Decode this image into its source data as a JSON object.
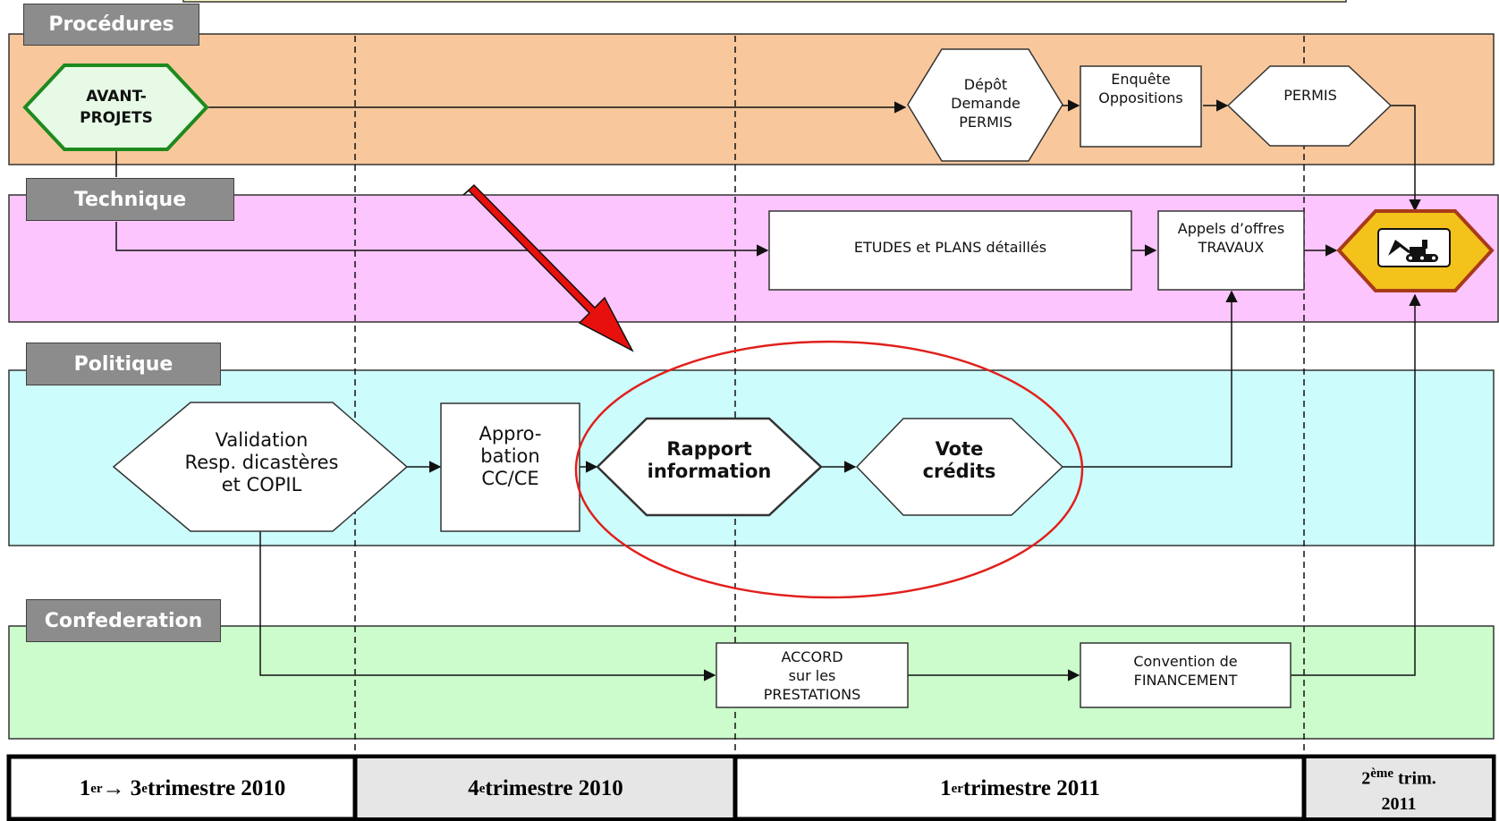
{
  "lanes": {
    "procedures": "Procédures",
    "technique": "Technique",
    "politique": "Politique",
    "confederation": "Confederation"
  },
  "nodes": {
    "avant_projets": "AVANT-\nPROJETS",
    "depot_demande_permis": "Dépôt\nDemande\nPERMIS",
    "enquete_oppositions": "Enquête\nOppositions",
    "permis": "PERMIS",
    "etudes_plans": "ETUDES et PLANS détaillés",
    "appels_offres": "Appels d’offres\nTRAVAUX",
    "validation": "Validation\nResp. dicastères\net COPIL",
    "approbation": "Appro-\nbation\nCC/CE",
    "rapport_information": "Rapport\ninformation",
    "vote_credits": "Vote\ncrédits",
    "accord_prestations": "ACCORD\nsur les\nPRESTATIONS",
    "convention_financement": "Convention de\nFINANCEMENT"
  },
  "timeline": [
    {
      "main": "1",
      "sup": "er",
      "mid": " → 3",
      "sup2": "e",
      "rest": " trimestre 2010"
    },
    {
      "main": "4",
      "sup": "e",
      "rest": " trimestre 2010"
    },
    {
      "main": "1",
      "sup": "er",
      "rest": " trimestre 2011"
    },
    {
      "main": "2",
      "sup": "ème",
      "rest": " trim.",
      "line2": "2011"
    }
  ],
  "icons": {
    "construction": "excavator-icon",
    "highlight": "red-arrow-icon"
  },
  "colors": {
    "procedures_lane": "#f8c89c",
    "technique_lane": "#fdc5fd",
    "politique_lane": "#ccfcfc",
    "confederation_lane": "#ccfccc",
    "highlight_red": "#e0201b",
    "start_green": "#1e8a1e",
    "end_gold": "#f3c21b"
  }
}
